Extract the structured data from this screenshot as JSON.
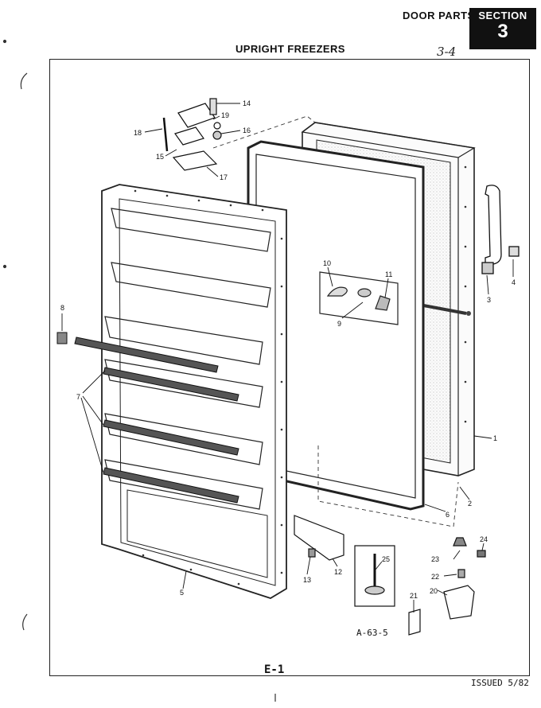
{
  "header": {
    "door_parts": "DOOR PARTS",
    "section_label": "SECTION",
    "section_number": "3",
    "title": "UPRIGHT FREEZERS",
    "page_ref": "3-4"
  },
  "callouts": [
    "14",
    "19",
    "18",
    "16",
    "15",
    "17",
    "10",
    "11",
    "9",
    "3",
    "4",
    "8",
    "7",
    "1",
    "2",
    "6",
    "24",
    "23",
    "25",
    "22",
    "20",
    "21",
    "12",
    "13",
    "5"
  ],
  "figure_code": "A-63-5",
  "figure_label": "E-1",
  "issued": "ISSUED 5/82"
}
